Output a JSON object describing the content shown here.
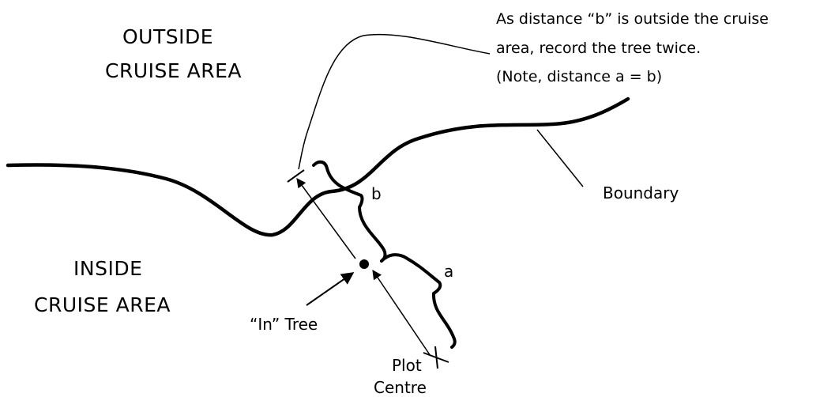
{
  "diagram": {
    "outside_label": [
      "OUTSIDE",
      "CRUISE AREA"
    ],
    "inside_label": [
      "INSIDE",
      "CRUISE AREA"
    ],
    "note": [
      "As distance “b” is outside the cruise",
      "area, record the tree twice.",
      "(Note, distance a = b)"
    ],
    "boundary_label": "Boundary",
    "in_tree_label": "“In” Tree",
    "plot_centre_label": [
      "Plot",
      "Centre"
    ],
    "distance_a_label": "a",
    "distance_b_label": "b"
  },
  "colors": {
    "ink": "#000000",
    "background": "#ffffff"
  }
}
